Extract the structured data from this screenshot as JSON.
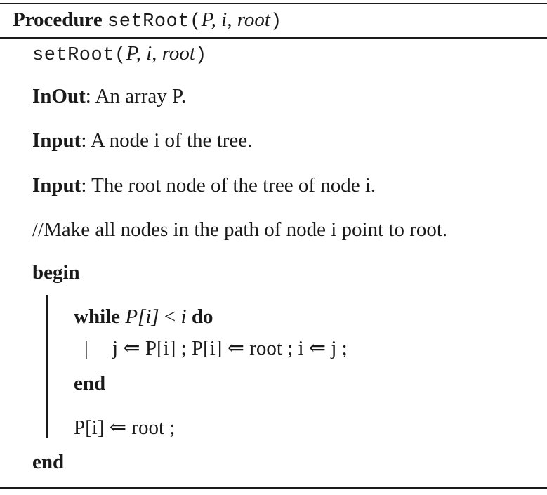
{
  "header": {
    "procedure_keyword": "Procedure",
    "name": "setRoot",
    "open_paren": "(",
    "params": "P, i, root",
    "close_paren": ")"
  },
  "signature": {
    "name": "setRoot",
    "open_paren": "(",
    "params": "P, i, root",
    "close_paren": ")"
  },
  "inout": {
    "keyword": "InOut",
    "text": ": An array P."
  },
  "input1": {
    "keyword": "Input",
    "text": ": A node i of the tree."
  },
  "input2": {
    "keyword": "Input",
    "text": ": The root node of the tree of node i."
  },
  "comment": "//Make all nodes in the path of node i point to root.",
  "begin_keyword": "begin",
  "while": {
    "keyword": "while",
    "condition_var": "P[i]",
    "operator": "<",
    "condition_rhs": "i",
    "do_keyword": "do"
  },
  "loop_body": {
    "bar": "|",
    "statements": "j ⇐ P[i] ; P[i] ⇐ root ; i ⇐ j ;"
  },
  "end_while_keyword": "end",
  "final_statement": "P[i] ⇐ root ;",
  "end_keyword": "end"
}
